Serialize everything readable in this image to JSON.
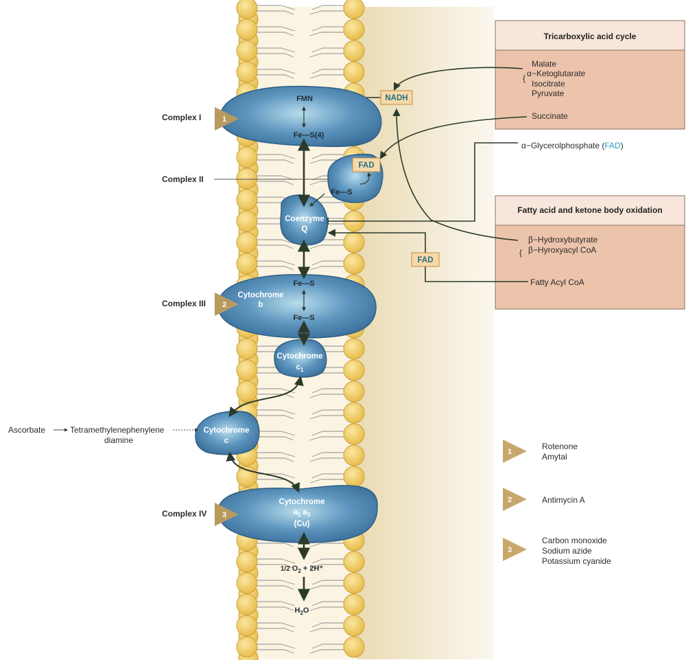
{
  "complexes": {
    "c1": "Complex I",
    "c2": "Complex II",
    "c3": "Complex III",
    "c4": "Complex IV"
  },
  "carriers": {
    "fmn": "FMN",
    "fes4": "Fe—S(4)",
    "fad_c2": "FAD",
    "fes_c2": "Fe—S",
    "coq_line1": "Coenzyme",
    "coq_line2": "Q",
    "fes_c3_top": "Fe—S",
    "cytb_line1": "Cytochrome",
    "cytb_line2": "b",
    "fes_c3_bottom": "Fe—S",
    "cytc1_line1": "Cytochrome",
    "cytc1_line2": "c",
    "cytc1_sub": "1",
    "cytc_line1": "Cytochrome",
    "cytc_line2": "c",
    "cytaa3_line1": "Cytochrome",
    "cytaa3_line2": "a",
    "cytaa3_sub1": "1",
    "cytaa3_line2b": "a",
    "cytaa3_sub2": "3",
    "cytaa3_line3": "(Cu)",
    "o2_frac": "1/2",
    "o2_rest": "O",
    "o2_sub": "2",
    "o2_tail": "+ 2H⁺",
    "h2o_a": "H",
    "h2o_sub": "2",
    "h2o_b": "O"
  },
  "nadh": "NADH",
  "fad_lower": "FAD",
  "tca": {
    "title": "Tricarboxylic acid cycle",
    "items": [
      "Malate",
      "α−Ketoglutarate",
      "Isocitrate",
      "Pyruvate"
    ],
    "succinate": "Succinate"
  },
  "glycerol": {
    "prefix": "α−Glycerolphosphate (",
    "fad": "FAD",
    "suffix": ")"
  },
  "fatty": {
    "title": "Fatty acid and ketone body oxidation",
    "items": [
      "β−Hydroxybutyrate",
      "β−Hyroxyacyl CoA"
    ],
    "acyl": "Fatty Acyl CoA"
  },
  "ascorbate": {
    "a": "Ascorbate",
    "b": "Tetramethylenephenylene",
    "c": "diamine"
  },
  "inhibitors": [
    {
      "num": "1",
      "lines": [
        "Rotenone",
        "Amytal"
      ]
    },
    {
      "num": "2",
      "lines": [
        "Antimycin A"
      ]
    },
    {
      "num": "3",
      "lines": [
        "Carbon monoxide",
        "Sodium azide",
        "Potassium cyanide"
      ]
    }
  ],
  "colors": {
    "lipid_head": "#f2cf6a",
    "lipid_head_edge": "#c9a13c",
    "membrane_bg": "#f3ead2",
    "protein": "#4d86b0",
    "protein_light": "#a9d2e6",
    "box_fill": "#ecc4ac",
    "box_header": "#f8e6dc",
    "triangle": "#b89a5f",
    "label_box": "#f5d9a9",
    "label_box_edge": "#c58a3a",
    "fad_blue": "#2f9bc6"
  }
}
